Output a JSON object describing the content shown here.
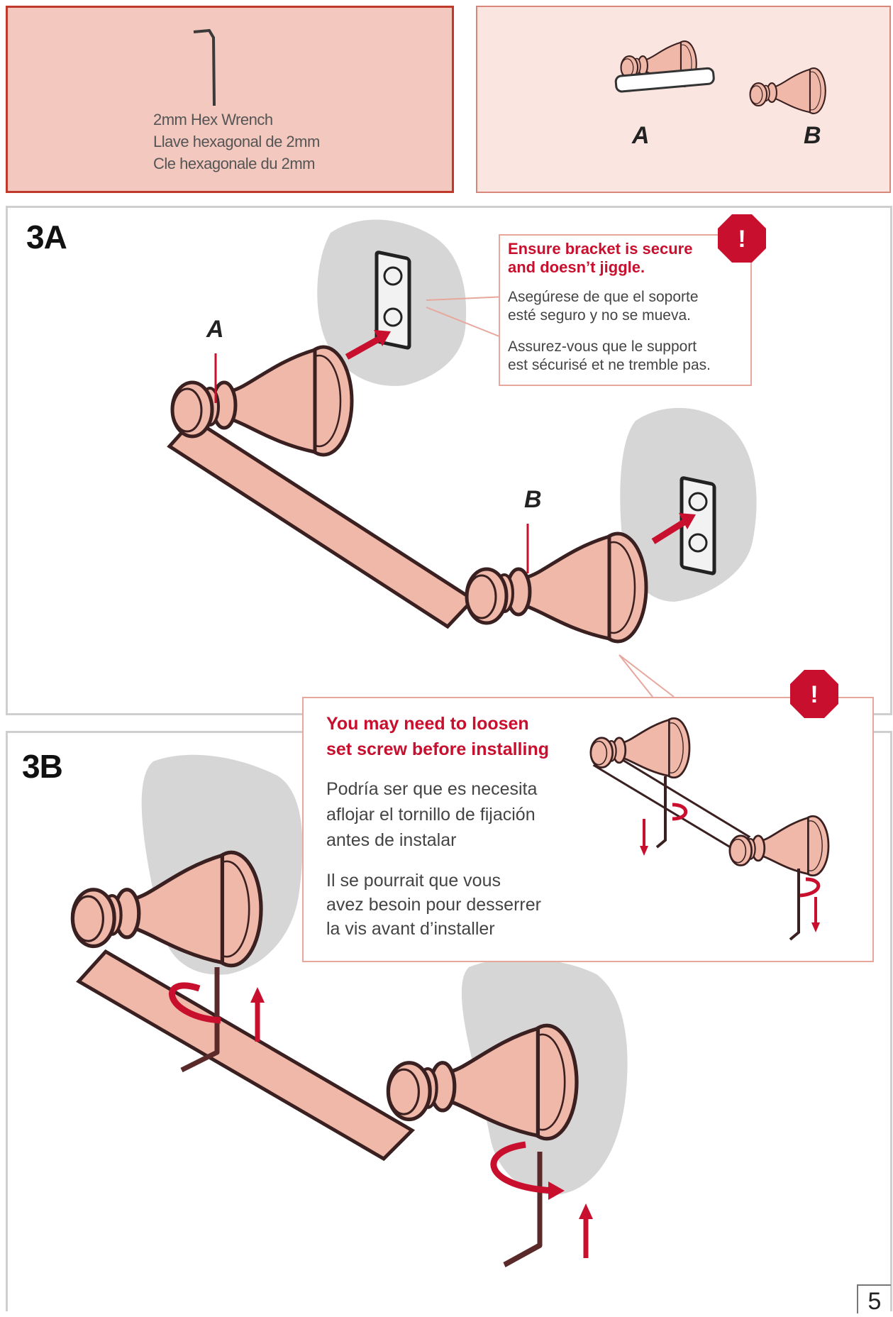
{
  "tools": {
    "line1": "2mm Hex Wrench",
    "line2": "Llave hexagonal de 2mm",
    "line3": "Cle hexagonale du 2mm"
  },
  "parts": {
    "label_a": "A",
    "label_b": "B"
  },
  "step_3a": {
    "label": "3A",
    "label_a": "A",
    "label_b": "B",
    "callout": {
      "warning": "Ensure bracket is secure and doesn’t jiggle.",
      "warning_l1": "Ensure bracket is secure",
      "warning_l2": "and doesn’t jiggle.",
      "es_l1": "Asegúrese de que el soporte",
      "es_l2": "esté seguro y no se mueva.",
      "fr_l1": "Assurez-vous que le support",
      "fr_l2": "est sécurisé et ne tremble pas.",
      "icon_glyph": "!"
    }
  },
  "step_3b": {
    "label": "3B",
    "callout": {
      "warning_l1": "You may need to loosen",
      "warning_l2": "set screw before installing",
      "es_l1": "Podría ser que es necesita",
      "es_l2": "aflojar el tornillo de fijación",
      "es_l3": "antes de instalar",
      "fr_l1": "Il se pourrait que vous",
      "fr_l2": "avez besoin pour desserrer",
      "fr_l3": "la vis avant d’installer",
      "icon_glyph": "!"
    }
  },
  "page_number": "5",
  "colors": {
    "accent": "#c8102e",
    "finish": "#f0b8a8",
    "outline": "#3a2020",
    "wall": "#d6d6d6"
  },
  "icons": [
    "hex-wrench-icon",
    "warning-stop-icon",
    "arrow-icon",
    "rotate-arrow-icon"
  ]
}
